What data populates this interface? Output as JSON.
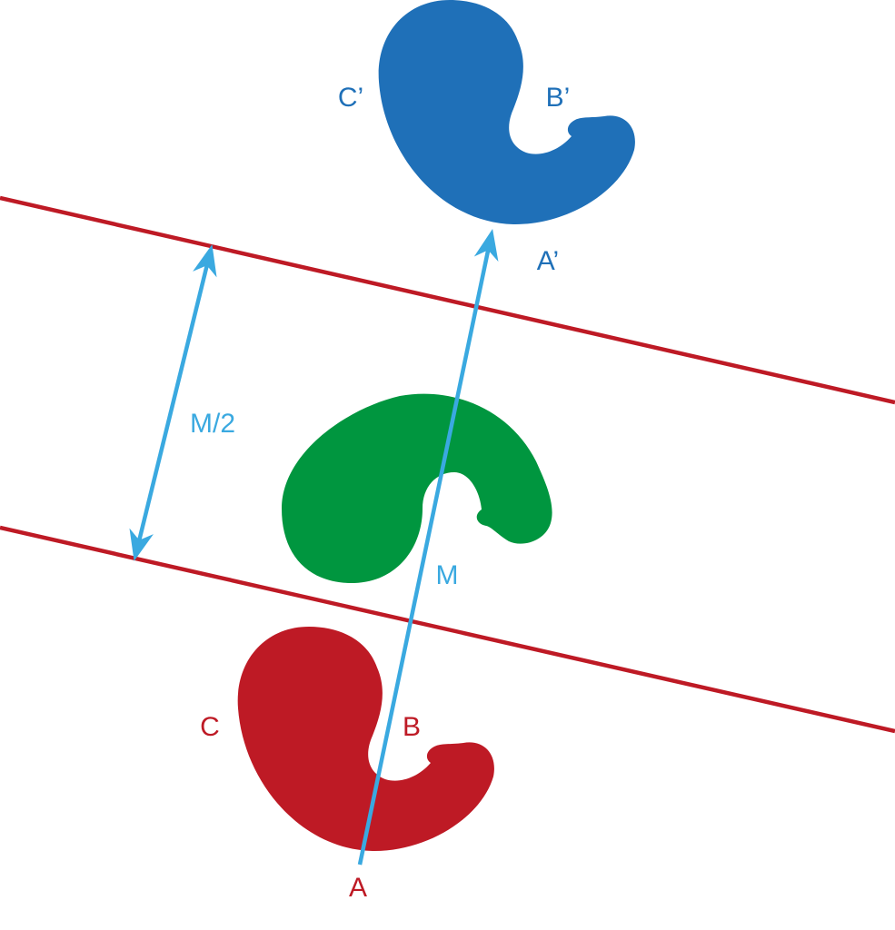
{
  "labels": {
    "c_prime": "C’",
    "b_prime": "B’",
    "a_prime": "A’",
    "m_half": "M/2",
    "m": "M",
    "c": "C",
    "b": "B",
    "a": "A"
  },
  "colors": {
    "red": "#be1a25",
    "blue": "#1f70b8",
    "green": "#00963f",
    "arrow": "#3aa9e0"
  }
}
